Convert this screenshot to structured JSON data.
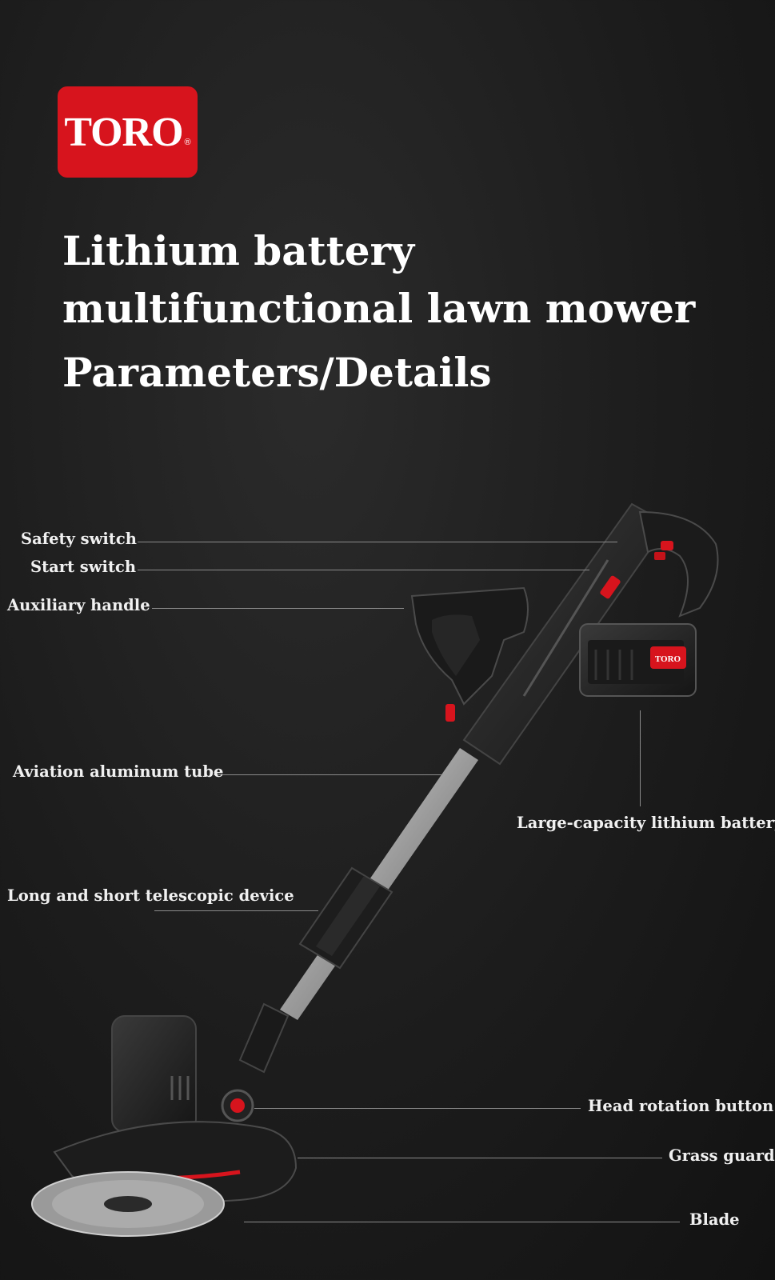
{
  "brand": {
    "logo_text": "TORO",
    "logo_mark": "®"
  },
  "header": {
    "title": "Lithium battery multifunctional lawn mower",
    "subtitle": "Parameters/Details"
  },
  "callouts": {
    "safety_switch": "Safety switch",
    "start_switch": "Start switch",
    "auxiliary_handle": "Auxiliary handle",
    "aviation_tube": "Aviation aluminum tube",
    "battery": "Large-capacity lithium battery",
    "telescopic": "Long and short telescopic device",
    "head_rotation": "Head rotation button",
    "grass_guard": "Grass guard",
    "blade": "Blade"
  },
  "colors": {
    "brand_red": "#d7141d",
    "background": "#1c1c1c"
  }
}
